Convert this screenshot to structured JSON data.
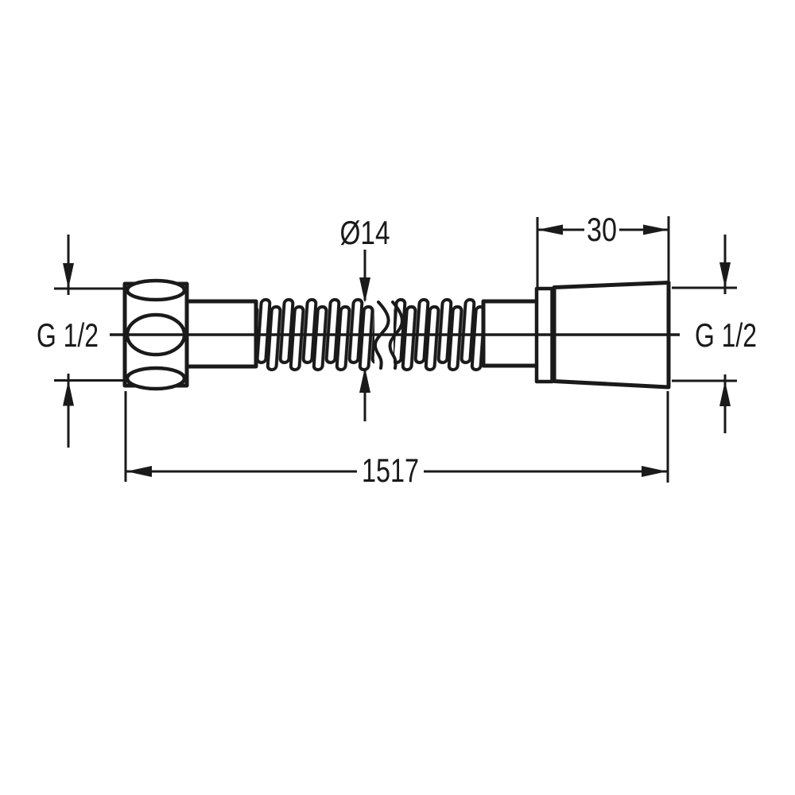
{
  "drawing": {
    "type": "technical-dimension-drawing",
    "subject": "flexible-hose-assembly",
    "labels": {
      "thread_left": "G 1/2",
      "thread_right": "G 1/2",
      "hose_diameter": "Ø14",
      "connector_length": "30",
      "total_length": "1517"
    },
    "colors": {
      "line": "#1a1a1a",
      "background": "#ffffff"
    }
  }
}
